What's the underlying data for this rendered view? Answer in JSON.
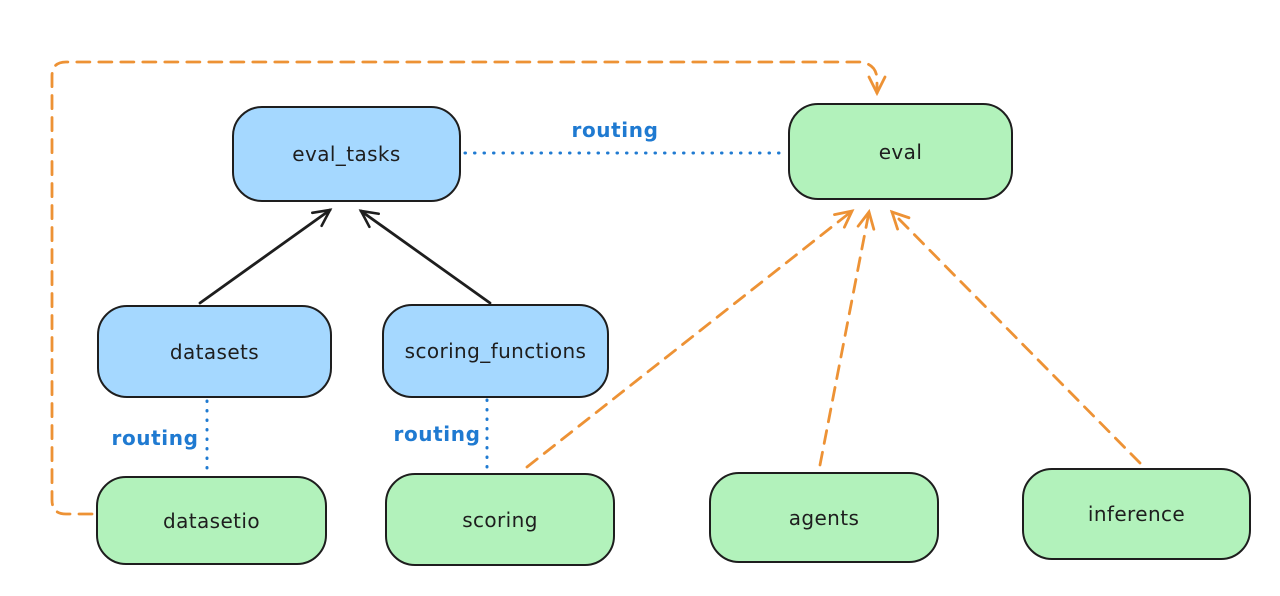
{
  "diagram": {
    "nodes": [
      {
        "id": "eval_tasks",
        "label": "eval_tasks",
        "color": "blue"
      },
      {
        "id": "eval",
        "label": "eval",
        "color": "green"
      },
      {
        "id": "datasets",
        "label": "datasets",
        "color": "blue"
      },
      {
        "id": "scoring_functions",
        "label": "scoring_functions",
        "color": "blue"
      },
      {
        "id": "datasetio",
        "label": "datasetio",
        "color": "green"
      },
      {
        "id": "scoring",
        "label": "scoring",
        "color": "green"
      },
      {
        "id": "agents",
        "label": "agents",
        "color": "green"
      },
      {
        "id": "inference",
        "label": "inference",
        "color": "green"
      }
    ],
    "edge_labels": [
      {
        "text": "routing"
      },
      {
        "text": "routing"
      },
      {
        "text": "routing"
      }
    ],
    "edges": [
      {
        "from": "datasets",
        "to": "eval_tasks",
        "style": "solid-arrow",
        "color": "#1e1e1e"
      },
      {
        "from": "scoring_functions",
        "to": "eval_tasks",
        "style": "solid-arrow",
        "color": "#1e1e1e"
      },
      {
        "from": "eval_tasks",
        "to": "eval",
        "style": "dotted",
        "label": "routing",
        "color": "#1f7ad1"
      },
      {
        "from": "datasets",
        "to": "datasetio",
        "style": "dotted",
        "label": "routing",
        "color": "#1f7ad1"
      },
      {
        "from": "scoring_functions",
        "to": "scoring",
        "style": "dotted",
        "label": "routing",
        "color": "#1f7ad1"
      },
      {
        "from": "datasetio",
        "to": "eval",
        "style": "dashed-arrow",
        "color": "#ed9235"
      },
      {
        "from": "scoring",
        "to": "eval",
        "style": "dashed-arrow",
        "color": "#ed9235"
      },
      {
        "from": "agents",
        "to": "eval",
        "style": "dashed-arrow",
        "color": "#ed9235"
      },
      {
        "from": "inference",
        "to": "eval",
        "style": "dashed-arrow",
        "color": "#ed9235"
      }
    ],
    "colors": {
      "blue_fill": "#a5d8ff",
      "green_fill": "#b2f2bb",
      "node_stroke": "#1e1e1e",
      "orange_edge": "#ed9235",
      "blue_edge": "#1f7ad1",
      "background": "#ffffff"
    }
  }
}
